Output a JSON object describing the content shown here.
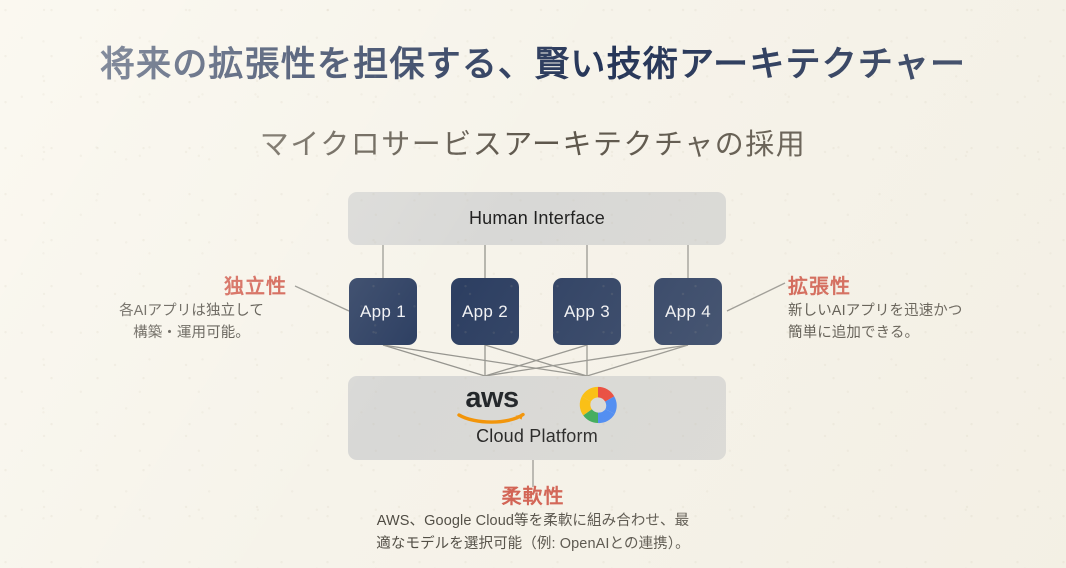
{
  "slide": {
    "title": "将来の拡張性を担保する、賢い技術アーキテクチャー",
    "subtitle": "マイクロサービスアーキテクチャの採用",
    "background_color": "#f6f3ea",
    "title_color": "#253558",
    "subtitle_color": "#5d564b",
    "accent_color": "#d0594a"
  },
  "diagram": {
    "human_interface": {
      "label": "Human Interface",
      "fill_color": "#d8d8d6"
    },
    "apps": [
      {
        "label": "App 1"
      },
      {
        "label": "App 2"
      },
      {
        "label": "App 3"
      },
      {
        "label": "App 4"
      }
    ],
    "app_fill_color": "#2d3f62",
    "cloud_platform": {
      "label": "Cloud Platform",
      "fill_color": "#d8d8d6",
      "logos": [
        {
          "name": "aws-logo",
          "wordmark": "aws"
        },
        {
          "name": "google-cloud-logo",
          "wordmark": ""
        }
      ]
    },
    "connector_color": "#8d8c87"
  },
  "annotations": {
    "independence": {
      "title": "独立性",
      "body": "各AIアプリは独立して\n構築・運用可能。"
    },
    "scalability": {
      "title": "拡張性",
      "body": "新しいAIアプリを迅速かつ\n簡単に追加できる。"
    },
    "flexibility": {
      "title": "柔軟性",
      "body": "AWS、Google Cloud等を柔軟に組み合わせ、最\n適なモデルを選択可能（例: OpenAIとの連携）。"
    }
  }
}
